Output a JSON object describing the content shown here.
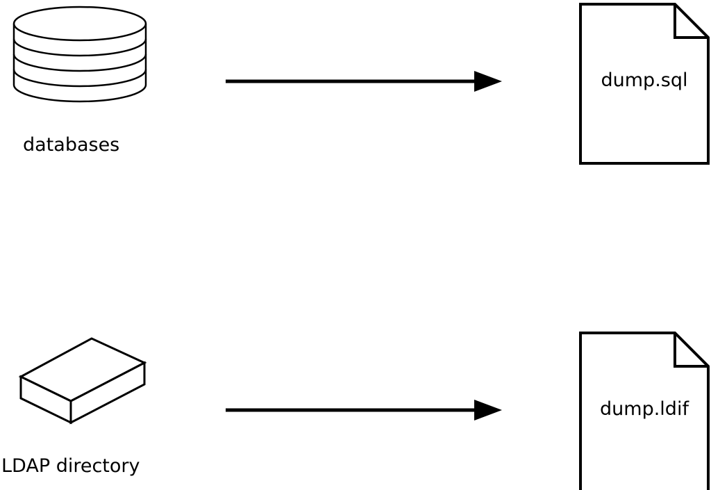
{
  "page": {
    "background": "#ffffff",
    "line_color": "#000000"
  },
  "rows": [
    {
      "source_icon": "database-cylinder-icon",
      "source_label": "databases",
      "connector": "right-arrow",
      "target_icon": "document-icon",
      "target_file": "dump.sql"
    },
    {
      "source_icon": "box-icon",
      "source_label": "LDAP directory",
      "connector": "right-arrow",
      "target_icon": "document-icon",
      "target_file": "dump.ldif"
    }
  ]
}
